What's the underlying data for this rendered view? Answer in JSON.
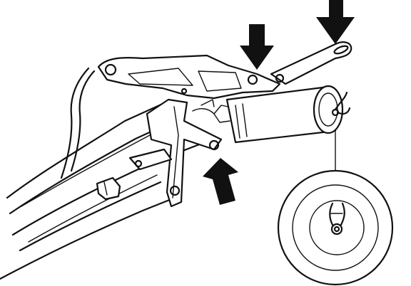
{
  "figure": {
    "subject": "wiper-motor-and-linkage-assembly",
    "callouts": [
      {
        "id": "arrow-top-mounting-bolt",
        "direction": "down"
      },
      {
        "id": "arrow-linkage-arm-end",
        "direction": "down"
      },
      {
        "id": "arrow-lower-mounting-bolt",
        "direction": "up"
      }
    ],
    "detail_view": "motor-end-connector-detail",
    "colors": {
      "line": "#111111",
      "background": "#ffffff"
    }
  }
}
